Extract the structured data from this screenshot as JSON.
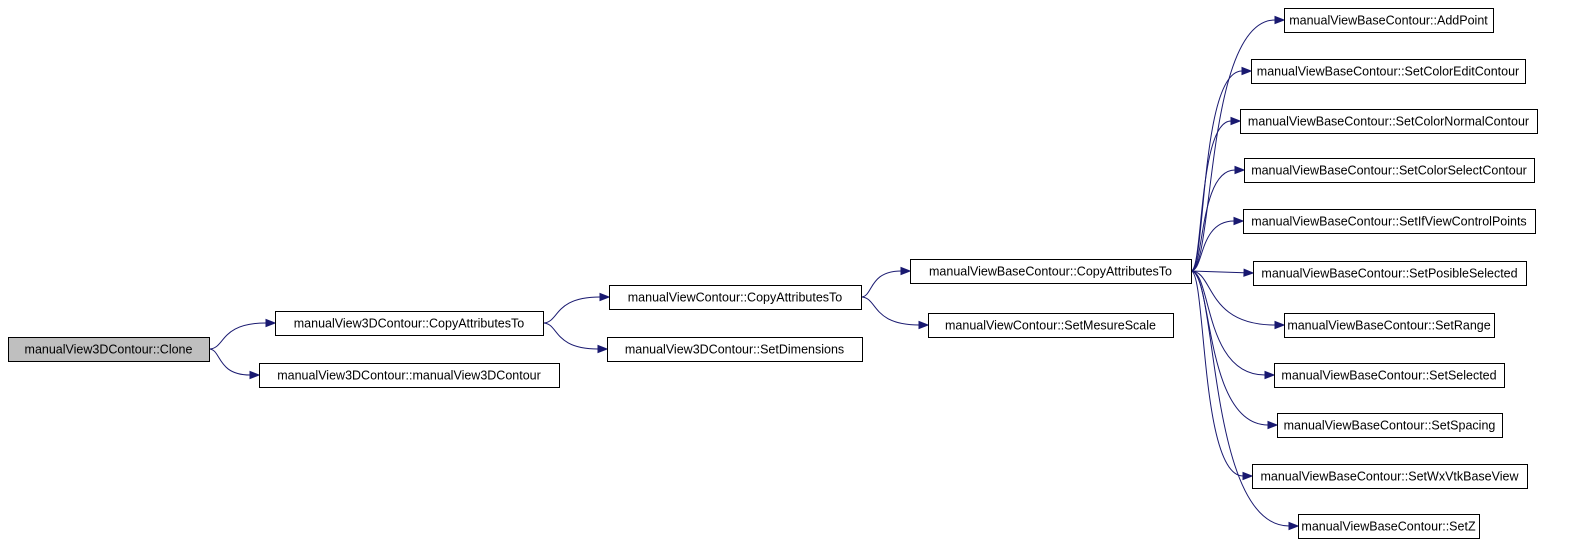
{
  "colors": {
    "edge": "#191970",
    "root_fill": "#bfbfbf",
    "node_fill": "#ffffff",
    "node_border": "#000000"
  },
  "nodes": [
    {
      "id": "clone",
      "label": "manualView3DContour::Clone",
      "root": true
    },
    {
      "id": "v3d_copy",
      "label": "manualView3DContour::CopyAttributesTo"
    },
    {
      "id": "v3d_ctor",
      "label": "manualView3DContour::manualView3DContour"
    },
    {
      "id": "vc_copy",
      "label": "manualViewContour::CopyAttributesTo"
    },
    {
      "id": "v3d_dims",
      "label": "manualView3DContour::SetDimensions"
    },
    {
      "id": "vbc_copy",
      "label": "manualViewBaseContour::CopyAttributesTo"
    },
    {
      "id": "vc_scale",
      "label": "manualViewContour::SetMesureScale"
    },
    {
      "id": "addpoint",
      "label": "manualViewBaseContour::AddPoint"
    },
    {
      "id": "coloredit",
      "label": "manualViewBaseContour::SetColorEditContour"
    },
    {
      "id": "colornormal",
      "label": "manualViewBaseContour::SetColorNormalContour"
    },
    {
      "id": "colorselect",
      "label": "manualViewBaseContour::SetColorSelectContour"
    },
    {
      "id": "ifview",
      "label": "manualViewBaseContour::SetIfViewControlPoints"
    },
    {
      "id": "posible",
      "label": "manualViewBaseContour::SetPosibleSelected"
    },
    {
      "id": "range",
      "label": "manualViewBaseContour::SetRange"
    },
    {
      "id": "selected",
      "label": "manualViewBaseContour::SetSelected"
    },
    {
      "id": "spacing",
      "label": "manualViewBaseContour::SetSpacing"
    },
    {
      "id": "wxvtk",
      "label": "manualViewBaseContour::SetWxVtkBaseView"
    },
    {
      "id": "setz",
      "label": "manualViewBaseContour::SetZ"
    }
  ],
  "edges": [
    {
      "from": "clone",
      "to": "v3d_copy"
    },
    {
      "from": "clone",
      "to": "v3d_ctor"
    },
    {
      "from": "v3d_copy",
      "to": "vc_copy"
    },
    {
      "from": "v3d_copy",
      "to": "v3d_dims"
    },
    {
      "from": "vc_copy",
      "to": "vbc_copy"
    },
    {
      "from": "vc_copy",
      "to": "vc_scale"
    },
    {
      "from": "vbc_copy",
      "to": "addpoint"
    },
    {
      "from": "vbc_copy",
      "to": "coloredit"
    },
    {
      "from": "vbc_copy",
      "to": "colornormal"
    },
    {
      "from": "vbc_copy",
      "to": "colorselect"
    },
    {
      "from": "vbc_copy",
      "to": "ifview"
    },
    {
      "from": "vbc_copy",
      "to": "posible"
    },
    {
      "from": "vbc_copy",
      "to": "range"
    },
    {
      "from": "vbc_copy",
      "to": "selected"
    },
    {
      "from": "vbc_copy",
      "to": "spacing"
    },
    {
      "from": "vbc_copy",
      "to": "wxvtk"
    },
    {
      "from": "vbc_copy",
      "to": "setz"
    }
  ]
}
